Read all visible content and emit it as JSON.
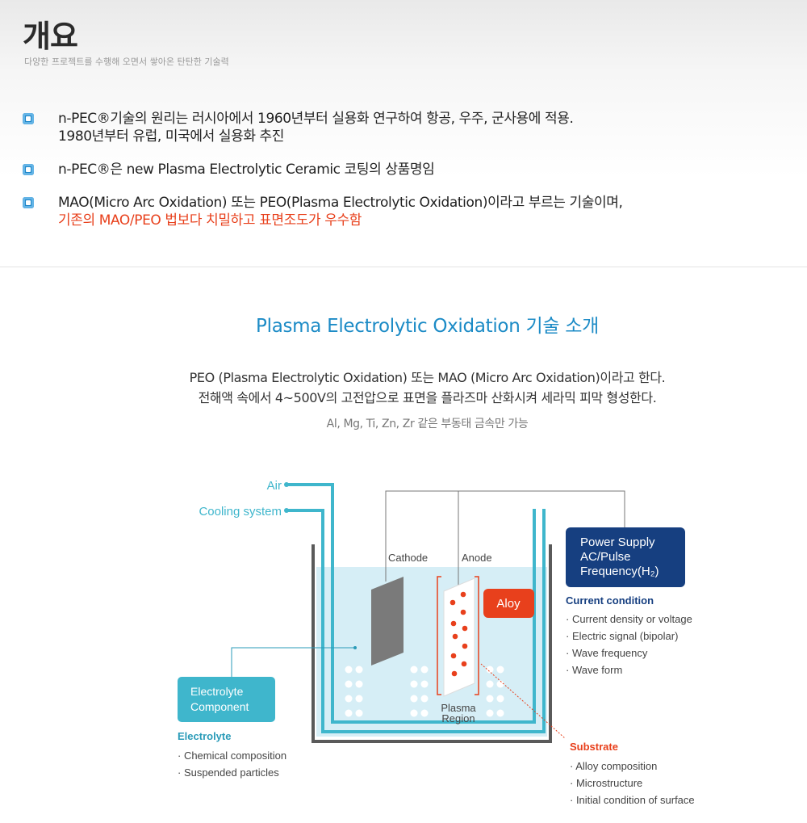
{
  "header": {
    "title": "개요",
    "subtitle": "다양한 프로젝트를 수행해 오면서 쌓아온 탄탄한 기술력"
  },
  "bullets": [
    {
      "lines": [
        "n-PEC®기술의 원리는 러시아에서 1960년부터 실용화 연구하여 항공, 우주, 군사용에 적용.",
        "1980년부터 유럽, 미국에서 실용화 추진"
      ]
    },
    {
      "lines": [
        "n-PEC®은 new Plasma Electrolytic Ceramic 코팅의 상품명임"
      ]
    },
    {
      "lines": [
        "MAO(Micro Arc Oxidation) 또는 PEO(Plasma  Electrolytic Oxidation)이라고 부르는 기술이며,"
      ],
      "highlight": "기존의 MAO/PEO 법보다 치밀하고 표면조도가 우수함"
    }
  ],
  "section": {
    "title": "Plasma Electrolytic Oxidation 기술 소개",
    "intro_lines": [
      "PEO (Plasma Electrolytic Oxidation) 또는 MAO (Micro Arc Oxidation)이라고 한다.",
      "전해액 속에서 4~500V의 고전압으로 표면을 플라즈마 산화시켜 세라믹 피막 형성한다."
    ],
    "note": "Al, Mg, Ti, Zn, Zr 같은 부동태 금속만 가능"
  },
  "diagram": {
    "air_label": "Air",
    "cooling_label": "Cooling system",
    "cathode_label": "Cathode",
    "anode_label": "Anode",
    "alloy_label": "Aloy",
    "plasma_label": [
      "Plasma",
      "Region"
    ],
    "power_box": [
      "Power Supply",
      "AC/Pulse",
      "Frequency(H₂)"
    ],
    "electrolyte_box": [
      "Electrolyte",
      "Component"
    ],
    "current_condition": {
      "title": "Current condition",
      "items": [
        "· Current density or voltage",
        "· Electric signal (bipolar)",
        "· Wave frequency",
        "· Wave form"
      ]
    },
    "electrolyte": {
      "title": "Electrolyte",
      "items": [
        "· Chemical composition",
        "· Suspended particles"
      ]
    },
    "substrate": {
      "title": "Substrate",
      "items": [
        "· Alloy composition",
        "· Microstructure",
        "· Initial condition of surface"
      ]
    },
    "colors": {
      "teal": "#3fb6cc",
      "navy": "#163f80",
      "red": "#e8401c",
      "water": "#d6eef6"
    }
  }
}
